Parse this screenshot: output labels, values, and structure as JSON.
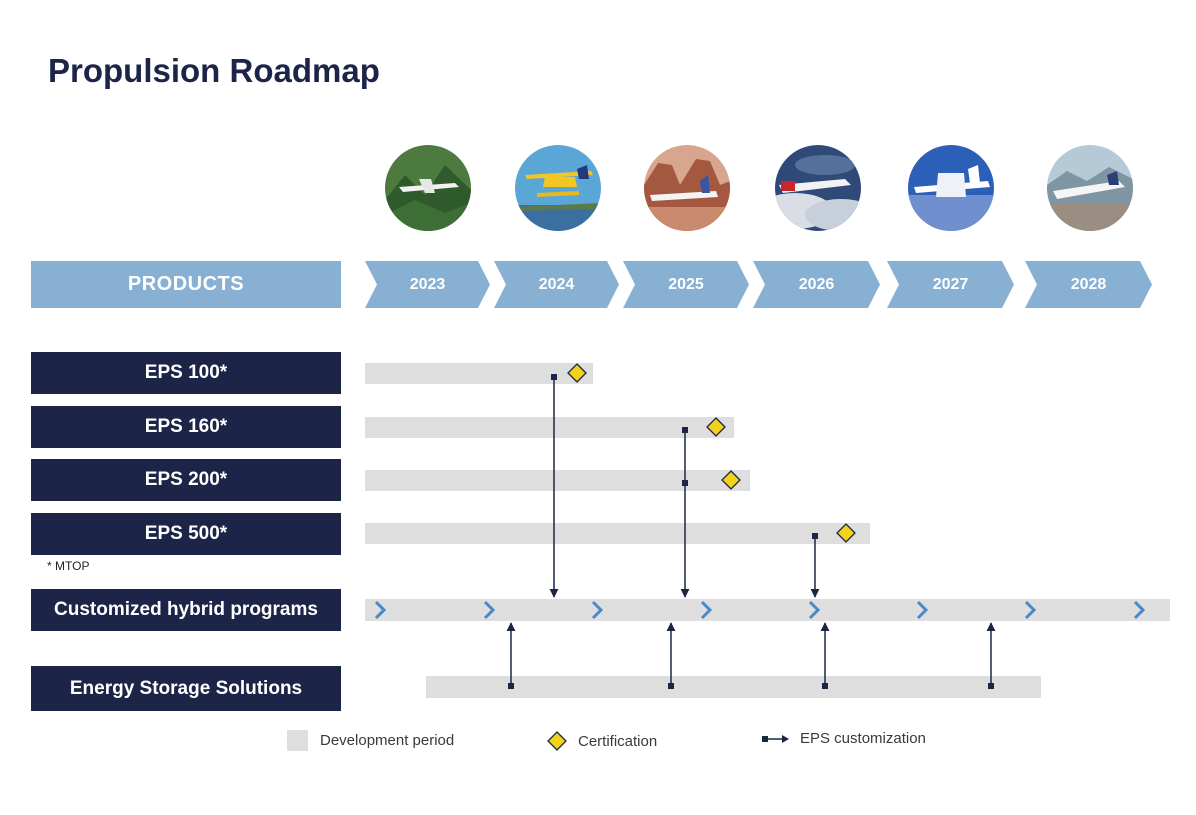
{
  "title": "Propulsion Roadmap",
  "header": {
    "products_label": "PRODUCTS",
    "years": [
      "2023",
      "2024",
      "2025",
      "2026",
      "2027",
      "2028"
    ]
  },
  "images": [
    {
      "icon": "aircraft-forest-photo"
    },
    {
      "icon": "seaplane-photo"
    },
    {
      "icon": "aircraft-canyon-photo"
    },
    {
      "icon": "aircraft-clouds-photo"
    },
    {
      "icon": "electric-aircraft-photo"
    },
    {
      "icon": "business-jet-city-photo"
    }
  ],
  "products": [
    {
      "label": "EPS 100*"
    },
    {
      "label": "EPS 160*"
    },
    {
      "label": "EPS 200*"
    },
    {
      "label": "EPS 500*"
    }
  ],
  "footnote": "* MTOP",
  "programs": {
    "hybrid_label": "Customized hybrid programs",
    "storage_label": "Energy Storage Solutions"
  },
  "legend": {
    "development": "Development period",
    "certification": "Certification",
    "customization": "EPS customization"
  },
  "colors": {
    "navy": "#1c2547",
    "header_blue": "#87b0d2",
    "bar_gray": "#dedede",
    "chevron_blue": "#4a88c7",
    "diamond_yellow": "#f2d21b"
  }
}
